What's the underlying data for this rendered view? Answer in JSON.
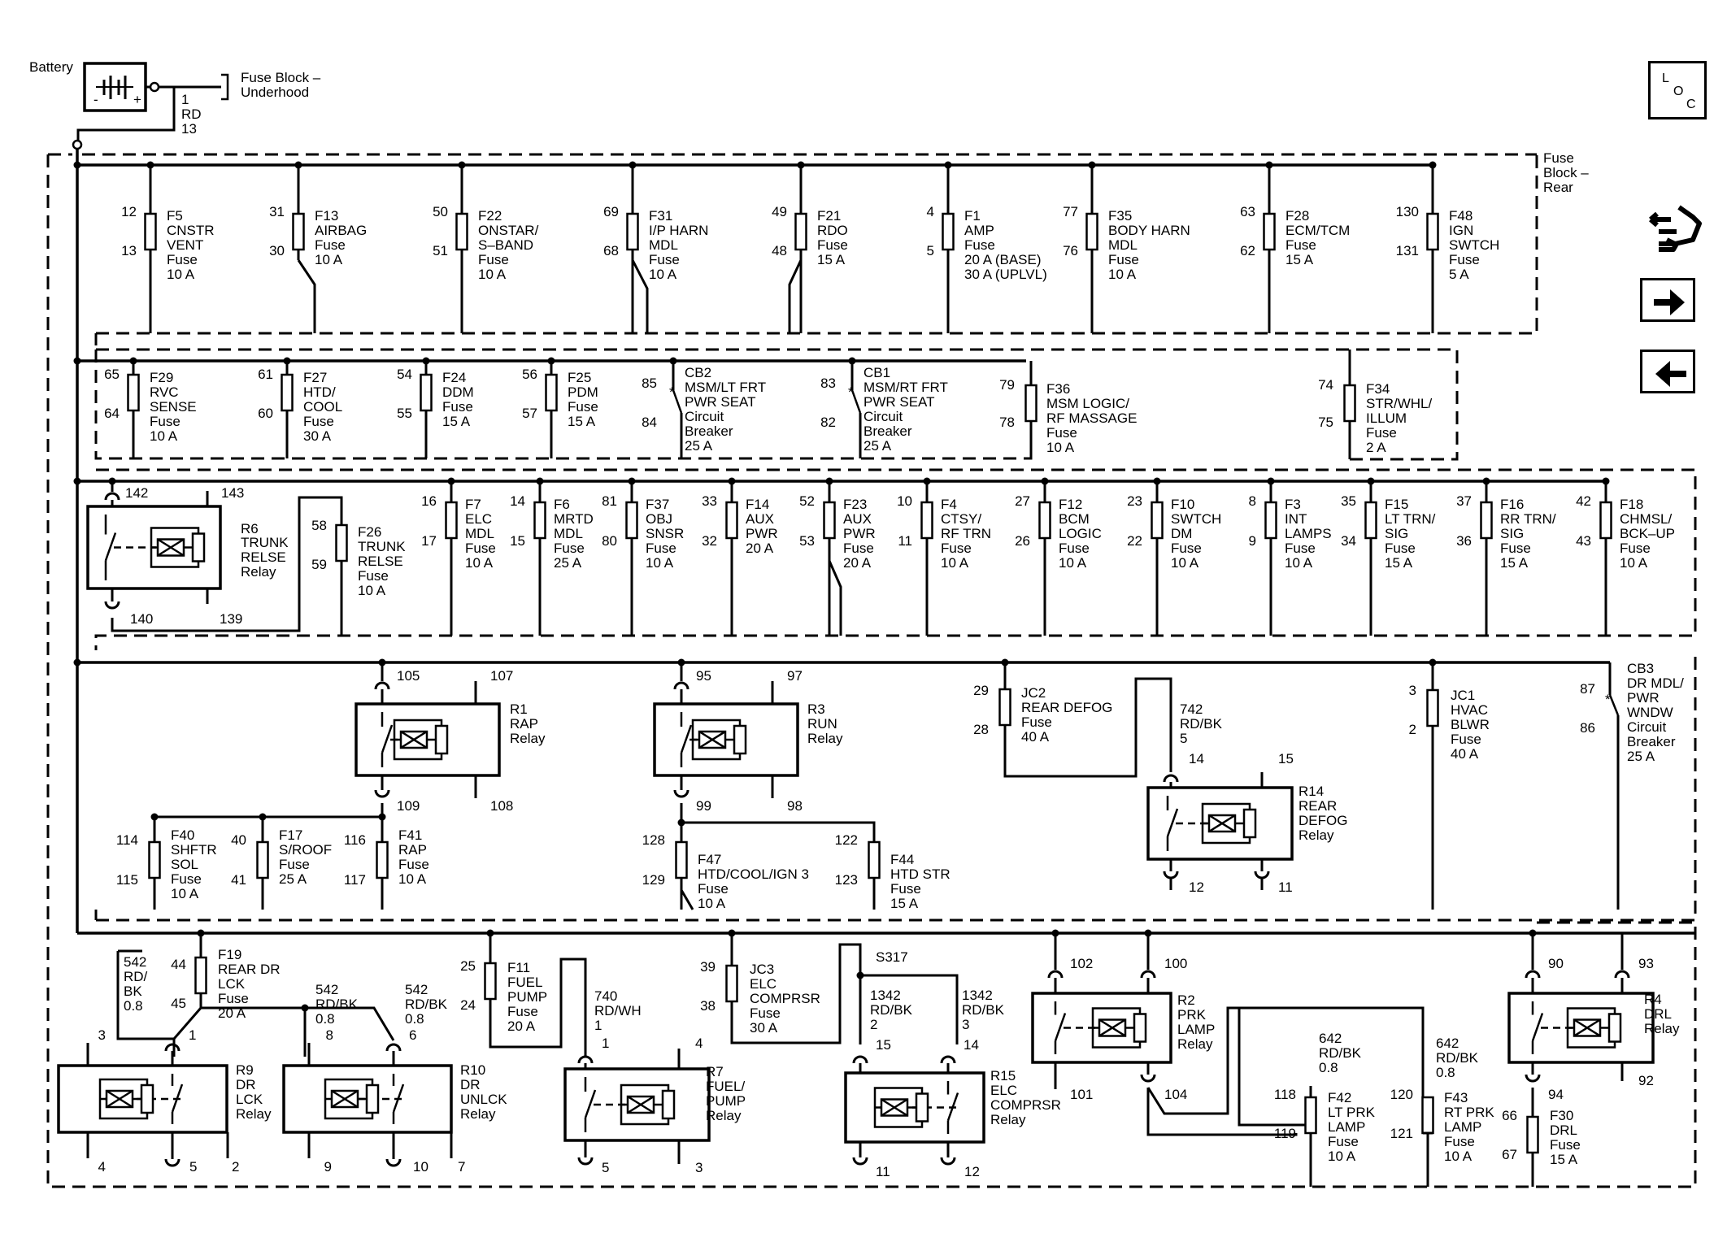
{
  "battery": {
    "label": "Battery"
  },
  "fuse_block_underhood": {
    "line1": "Fuse Block –",
    "line2": "Underhood"
  },
  "fuse_block_rear": {
    "line1": "Fuse",
    "line2": "Block –",
    "line3": "Rear"
  },
  "feed_wire": [
    "1",
    "RD",
    "13"
  ],
  "nav": {
    "loc_letters": [
      "L",
      "O",
      "C"
    ],
    "icons": [
      "component-locator-icon",
      "next-page-icon",
      "previous-page-icon"
    ]
  },
  "components": [
    {
      "id": "F5",
      "pins": [
        "12",
        "13"
      ],
      "lines": [
        "F5",
        "CNSTR",
        "VENT",
        "Fuse",
        "10 A"
      ]
    },
    {
      "id": "F13",
      "pins": [
        "31",
        "30"
      ],
      "lines": [
        "F13",
        "AIRBAG",
        "Fuse",
        "10 A"
      ]
    },
    {
      "id": "F22",
      "pins": [
        "50",
        "51"
      ],
      "lines": [
        "F22",
        "ONSTAR/",
        "S–BAND",
        "Fuse",
        "10 A"
      ]
    },
    {
      "id": "F31",
      "pins": [
        "69",
        "68"
      ],
      "lines": [
        "F31",
        "I/P HARN",
        "MDL",
        "Fuse",
        "10 A"
      ]
    },
    {
      "id": "F21",
      "pins": [
        "49",
        "48"
      ],
      "lines": [
        "F21",
        "RDO",
        "Fuse",
        "15 A"
      ]
    },
    {
      "id": "F1",
      "pins": [
        "4",
        "5"
      ],
      "lines": [
        "F1",
        "AMP",
        "Fuse",
        "20 A (BASE)",
        "30 A (UPLVL)"
      ]
    },
    {
      "id": "F35",
      "pins": [
        "77",
        "76"
      ],
      "lines": [
        "F35",
        "BODY HARN",
        "MDL",
        "Fuse",
        "10 A"
      ]
    },
    {
      "id": "F28",
      "pins": [
        "63",
        "62"
      ],
      "lines": [
        "F28",
        "ECM/TCM",
        "Fuse",
        "15 A"
      ]
    },
    {
      "id": "F48",
      "pins": [
        "130",
        "131"
      ],
      "lines": [
        "F48",
        "IGN",
        "SWTCH",
        "Fuse",
        "5 A"
      ]
    },
    {
      "id": "F29",
      "pins": [
        "65",
        "64"
      ],
      "lines": [
        "F29",
        "RVC",
        "SENSE",
        "Fuse",
        "10 A"
      ]
    },
    {
      "id": "F27",
      "pins": [
        "61",
        "60"
      ],
      "lines": [
        "F27",
        "HTD/",
        "COOL",
        "Fuse",
        "30 A"
      ]
    },
    {
      "id": "F24",
      "pins": [
        "54",
        "55"
      ],
      "lines": [
        "F24",
        "DDM",
        "Fuse",
        "15 A"
      ]
    },
    {
      "id": "F25",
      "pins": [
        "56",
        "57"
      ],
      "lines": [
        "F25",
        "PDM",
        "Fuse",
        "15 A"
      ]
    },
    {
      "id": "CB2",
      "pins": [
        "85",
        "84"
      ],
      "lines": [
        "CB2",
        "MSM/LT FRT",
        "PWR SEAT",
        "Circuit",
        "Breaker",
        "25 A"
      ]
    },
    {
      "id": "CB1",
      "pins": [
        "83",
        "82"
      ],
      "lines": [
        "CB1",
        "MSM/RT FRT",
        "PWR SEAT",
        "Circuit",
        "Breaker",
        "25 A"
      ]
    },
    {
      "id": "F36",
      "pins": [
        "79",
        "78"
      ],
      "lines": [
        "F36",
        "MSM LOGIC/",
        "RF MASSAGE",
        "Fuse",
        "10 A"
      ]
    },
    {
      "id": "F34",
      "pins": [
        "74",
        "75"
      ],
      "lines": [
        "F34",
        "STR/WHL/",
        "ILLUM",
        "Fuse",
        "2 A"
      ]
    },
    {
      "id": "R6",
      "pins": [
        "142",
        "143",
        "140",
        "139"
      ],
      "lines": [
        "R6",
        "TRUNK",
        "RELSE",
        "Relay"
      ]
    },
    {
      "id": "F26",
      "pins": [
        "58",
        "59"
      ],
      "lines": [
        "F26",
        "TRUNK",
        "RELSE",
        "Fuse",
        "10 A"
      ]
    },
    {
      "id": "F7",
      "pins": [
        "16",
        "17"
      ],
      "lines": [
        "F7",
        "ELC",
        "MDL",
        "Fuse",
        "10 A"
      ]
    },
    {
      "id": "F6",
      "pins": [
        "14",
        "15"
      ],
      "lines": [
        "F6",
        "MRTD",
        "MDL",
        "Fuse",
        "25 A"
      ]
    },
    {
      "id": "F37",
      "pins": [
        "81",
        "80"
      ],
      "lines": [
        "F37",
        "OBJ",
        "SNSR",
        "Fuse",
        "10 A"
      ]
    },
    {
      "id": "F14",
      "pins": [
        "33",
        "32"
      ],
      "lines": [
        "F14",
        "AUX",
        "PWR",
        "20 A"
      ]
    },
    {
      "id": "F23",
      "pins": [
        "52",
        "53"
      ],
      "lines": [
        "F23",
        "AUX",
        "PWR",
        "Fuse",
        "20 A"
      ]
    },
    {
      "id": "F4",
      "pins": [
        "10",
        "11"
      ],
      "lines": [
        "F4",
        "CTSY/",
        "RF TRN",
        "Fuse",
        "10 A"
      ]
    },
    {
      "id": "F12",
      "pins": [
        "27",
        "26"
      ],
      "lines": [
        "F12",
        "BCM",
        "LOGIC",
        "Fuse",
        "10 A"
      ]
    },
    {
      "id": "F10",
      "pins": [
        "23",
        "22"
      ],
      "lines": [
        "F10",
        "SWTCH",
        "DM",
        "Fuse",
        "10 A"
      ]
    },
    {
      "id": "F3",
      "pins": [
        "8",
        "9"
      ],
      "lines": [
        "F3",
        "INT",
        "LAMPS",
        "Fuse",
        "10 A"
      ]
    },
    {
      "id": "F15",
      "pins": [
        "35",
        "34"
      ],
      "lines": [
        "F15",
        "LT TRN/",
        "SIG",
        "Fuse",
        "15 A"
      ]
    },
    {
      "id": "F16",
      "pins": [
        "37",
        "36"
      ],
      "lines": [
        "F16",
        "RR TRN/",
        "SIG",
        "Fuse",
        "15 A"
      ]
    },
    {
      "id": "F18",
      "pins": [
        "42",
        "43"
      ],
      "lines": [
        "F18",
        "CHMSL/",
        "BCK–UP",
        "Fuse",
        "10 A"
      ]
    },
    {
      "id": "R1",
      "pins": [
        "105",
        "107",
        "109",
        "108"
      ],
      "lines": [
        "R1",
        "RAP",
        "Relay"
      ]
    },
    {
      "id": "R3",
      "pins": [
        "95",
        "97",
        "99",
        "98"
      ],
      "lines": [
        "R3",
        "RUN",
        "Relay"
      ]
    },
    {
      "id": "JC2",
      "pins": [
        "29",
        "28"
      ],
      "lines": [
        "JC2",
        "REAR DEFOG",
        "Fuse",
        "40 A"
      ]
    },
    {
      "id": "W742",
      "lines": [
        "742",
        "RD/BK",
        "5"
      ]
    },
    {
      "id": "R14",
      "pins": [
        "14",
        "15",
        "12",
        "11"
      ],
      "lines": [
        "R14",
        "REAR",
        "DEFOG",
        "Relay"
      ]
    },
    {
      "id": "JC1",
      "pins": [
        "3",
        "2"
      ],
      "lines": [
        "JC1",
        "HVAC",
        "BLWR",
        "Fuse",
        "40 A"
      ]
    },
    {
      "id": "CB3",
      "pins": [
        "87",
        "86"
      ],
      "lines": [
        "CB3",
        "DR MDL/",
        "PWR",
        "WNDW",
        "Circuit",
        "Breaker",
        "25 A"
      ]
    },
    {
      "id": "F40",
      "pins": [
        "114",
        "115"
      ],
      "lines": [
        "F40",
        "SHFTR",
        "SOL",
        "Fuse",
        "10 A"
      ]
    },
    {
      "id": "F17",
      "pins": [
        "40",
        "41"
      ],
      "lines": [
        "F17",
        "S/ROOF",
        "Fuse",
        "25 A"
      ]
    },
    {
      "id": "F41",
      "pins": [
        "116",
        "117"
      ],
      "lines": [
        "F41",
        "RAP",
        "Fuse",
        "10 A"
      ]
    },
    {
      "id": "F47",
      "pins": [
        "128",
        "129"
      ],
      "lines": [
        "F47",
        "HTD/COOL/IGN 3",
        "Fuse",
        "10 A"
      ]
    },
    {
      "id": "F44",
      "pins": [
        "122",
        "123"
      ],
      "lines": [
        "F44",
        "HTD STR",
        "Fuse",
        "15 A"
      ]
    },
    {
      "id": "W542a",
      "lines": [
        "542",
        "RD/",
        "BK",
        "0.8"
      ]
    },
    {
      "id": "F19",
      "pins": [
        "44",
        "45"
      ],
      "lines": [
        "F19",
        "REAR DR",
        "LCK",
        "Fuse",
        "20 A"
      ]
    },
    {
      "id": "W542b",
      "lines": [
        "542",
        "RD/BK",
        "0.8"
      ]
    },
    {
      "id": "W542c",
      "lines": [
        "542",
        "RD/BK",
        "0.8"
      ]
    },
    {
      "id": "R9",
      "pins": [
        "3",
        "1",
        "4",
        "5",
        "2"
      ],
      "lines": [
        "R9",
        "DR",
        "LCK",
        "Relay"
      ]
    },
    {
      "id": "R10",
      "pins": [
        "8",
        "6",
        "9",
        "10",
        "7"
      ],
      "lines": [
        "R10",
        "DR",
        "UNLCK",
        "Relay"
      ]
    },
    {
      "id": "F11",
      "pins": [
        "25",
        "24"
      ],
      "lines": [
        "F11",
        "FUEL",
        "PUMP",
        "Fuse",
        "20 A"
      ]
    },
    {
      "id": "W740",
      "lines": [
        "740",
        "RD/WH",
        "1"
      ]
    },
    {
      "id": "R7",
      "pins": [
        "1",
        "4",
        "5",
        "3"
      ],
      "lines": [
        "R7",
        "FUEL/",
        "PUMP",
        "Relay"
      ]
    },
    {
      "id": "JC3",
      "pins": [
        "39",
        "38"
      ],
      "lines": [
        "JC3",
        "ELC",
        "COMPRSR",
        "Fuse",
        "30 A"
      ]
    },
    {
      "id": "S317",
      "lines": [
        "S317"
      ]
    },
    {
      "id": "W1342a",
      "lines": [
        "1342",
        "RD/BK",
        "2"
      ]
    },
    {
      "id": "W1342b",
      "lines": [
        "1342",
        "RD/BK",
        "3"
      ]
    },
    {
      "id": "R15",
      "pins": [
        "15",
        "14",
        "11",
        "12"
      ],
      "lines": [
        "R15",
        "ELC",
        "COMPRSR",
        "Relay"
      ]
    },
    {
      "id": "R2",
      "pins": [
        "102",
        "100",
        "101",
        "104"
      ],
      "lines": [
        "R2",
        "PRK",
        "LAMP",
        "Relay"
      ]
    },
    {
      "id": "W642a",
      "lines": [
        "642",
        "RD/BK",
        "0.8"
      ]
    },
    {
      "id": "W642b",
      "lines": [
        "642",
        "RD/BK",
        "0.8"
      ]
    },
    {
      "id": "F42",
      "pins": [
        "118",
        "119"
      ],
      "lines": [
        "F42",
        "LT PRK",
        "LAMP",
        "Fuse",
        "10 A"
      ]
    },
    {
      "id": "F43",
      "pins": [
        "120",
        "121"
      ],
      "lines": [
        "F43",
        "RT PRK",
        "LAMP",
        "Fuse",
        "10 A"
      ]
    },
    {
      "id": "R4",
      "pins": [
        "90",
        "93",
        "94",
        "92"
      ],
      "lines": [
        "R4",
        "DRL",
        "Relay"
      ]
    },
    {
      "id": "F30",
      "pins": [
        "66",
        "67"
      ],
      "lines": [
        "F30",
        "DRL",
        "Fuse",
        "15 A"
      ]
    }
  ]
}
